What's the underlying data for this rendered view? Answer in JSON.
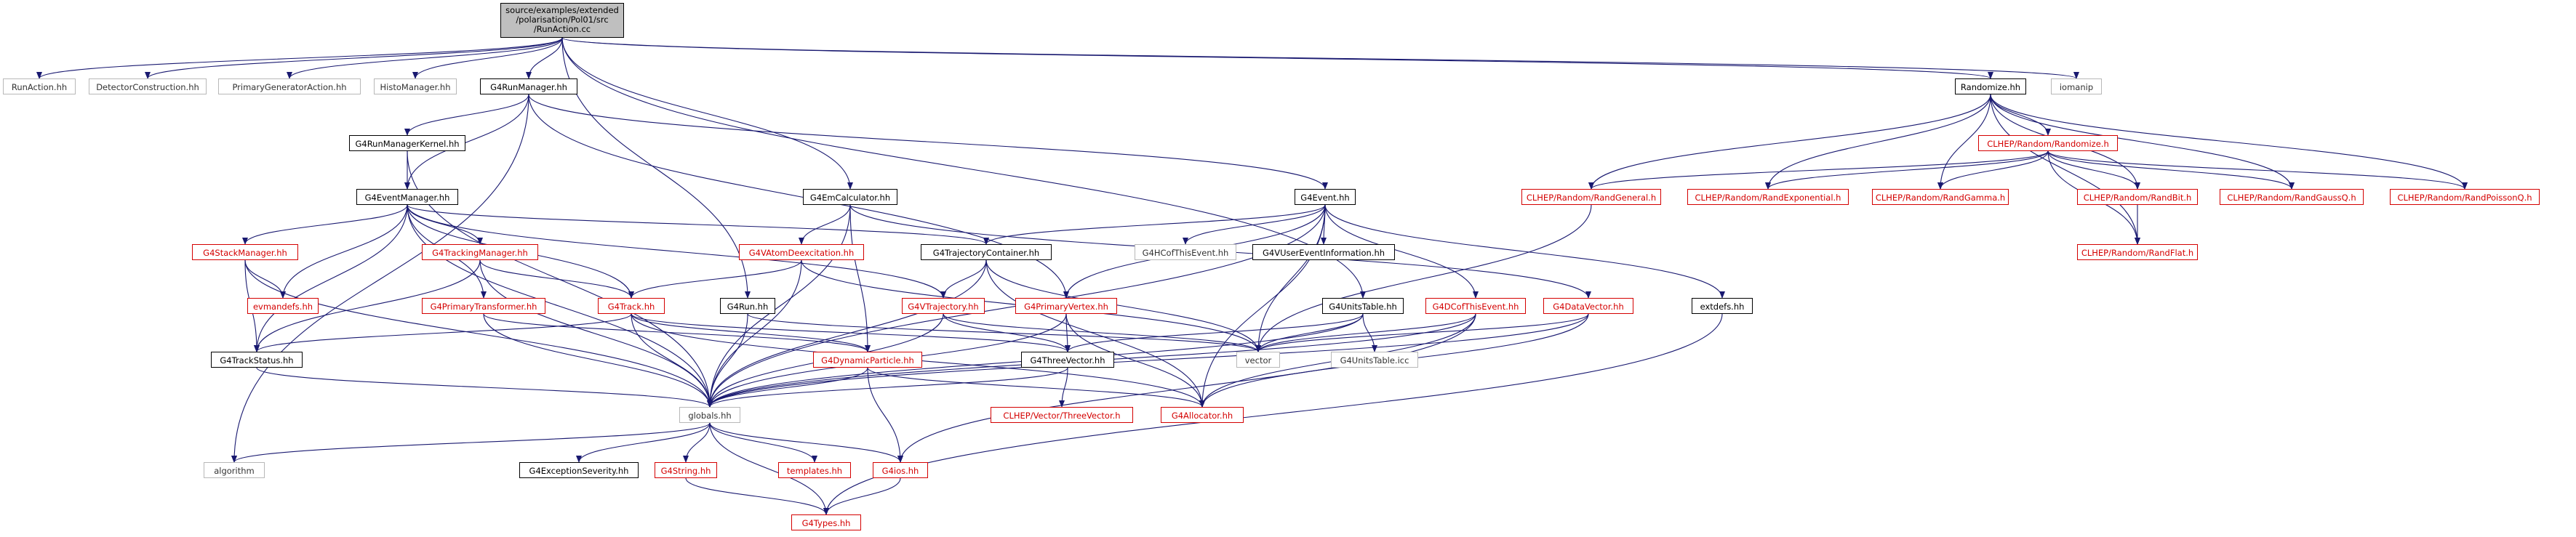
{
  "root": {
    "line1": "source/examples/extended",
    "line2": "/polarisation/Pol01/src",
    "line3": "/RunAction.cc"
  },
  "nodes": {
    "runaction_hh": "RunAction.hh",
    "detectorconstruction_hh": "DetectorConstruction.hh",
    "primarygeneratoraction_hh": "PrimaryGeneratorAction.hh",
    "histomanager_hh": "HistoManager.hh",
    "g4runmanager_hh": "G4RunManager.hh",
    "randomize_hh": "Randomize.hh",
    "iomanip": "iomanip",
    "g4runmanagerkernel_hh": "G4RunManagerKernel.hh",
    "g4eventmanager_hh": "G4EventManager.hh",
    "g4emcalculator_hh": "G4EmCalculator.hh",
    "g4event_hh": "G4Event.hh",
    "clhep_randomize_h": "CLHEP/Random/Randomize.h",
    "clhep_randgeneral_h": "CLHEP/Random/RandGeneral.h",
    "clhep_randexponential_h": "CLHEP/Random/RandExponential.h",
    "clhep_randgamma_h": "CLHEP/Random/RandGamma.h",
    "clhep_randbit_h": "CLHEP/Random/RandBit.h",
    "clhep_randgaussq_h": "CLHEP/Random/RandGaussQ.h",
    "clhep_randpoissonq_h": "CLHEP/Random/RandPoissonQ.h",
    "clhep_randflat_h": "CLHEP/Random/RandFlat.h",
    "g4stackmanager_hh": "G4StackManager.hh",
    "g4trackingmanager_hh": "G4TrackingManager.hh",
    "g4vatomdeexcitation_hh": "G4VAtomDeexcitation.hh",
    "g4trajectorycontainer_hh": "G4TrajectoryContainer.hh",
    "g4hcofthisevent_hh": "G4HCofThisEvent.hh",
    "g4vusereventinformation_hh": "G4VUserEventInformation.hh",
    "evmandefs_hh": "evmandefs.hh",
    "g4primarytransformer_hh": "G4PrimaryTransformer.hh",
    "g4track_hh": "G4Track.hh",
    "g4run_hh": "G4Run.hh",
    "g4vtrajectory_hh": "G4VTrajectory.hh",
    "g4primaryvertex_hh": "G4PrimaryVertex.hh",
    "g4unitstable_hh": "G4UnitsTable.hh",
    "g4dcofthisevent_hh": "G4DCofThisEvent.hh",
    "g4datavector_hh": "G4DataVector.hh",
    "extdefs_hh": "extdefs.hh",
    "g4trackstatus_hh": "G4TrackStatus.hh",
    "g4dynamicparticle_hh": "G4DynamicParticle.hh",
    "g4threevector_hh": "G4ThreeVector.hh",
    "vector": "vector",
    "g4unitstable_icc": "G4UnitsTable.icc",
    "globals_hh": "globals.hh",
    "clhep_threevector_h": "CLHEP/Vector/ThreeVector.h",
    "g4allocator_hh": "G4Allocator.hh",
    "algorithm": "algorithm",
    "g4exceptionseverity_hh": "G4ExceptionSeverity.hh",
    "g4string_hh": "G4String.hh",
    "templates_hh": "templates.hh",
    "g4ios_hh": "G4ios.hh",
    "g4types_hh": "G4Types.hh"
  },
  "colors": {
    "documented_border": "#000000",
    "undocumented_border": "#b8b8b8",
    "truncated_border": "#d40000",
    "root_fill": "#bfbfbf",
    "edge": "#191970"
  }
}
